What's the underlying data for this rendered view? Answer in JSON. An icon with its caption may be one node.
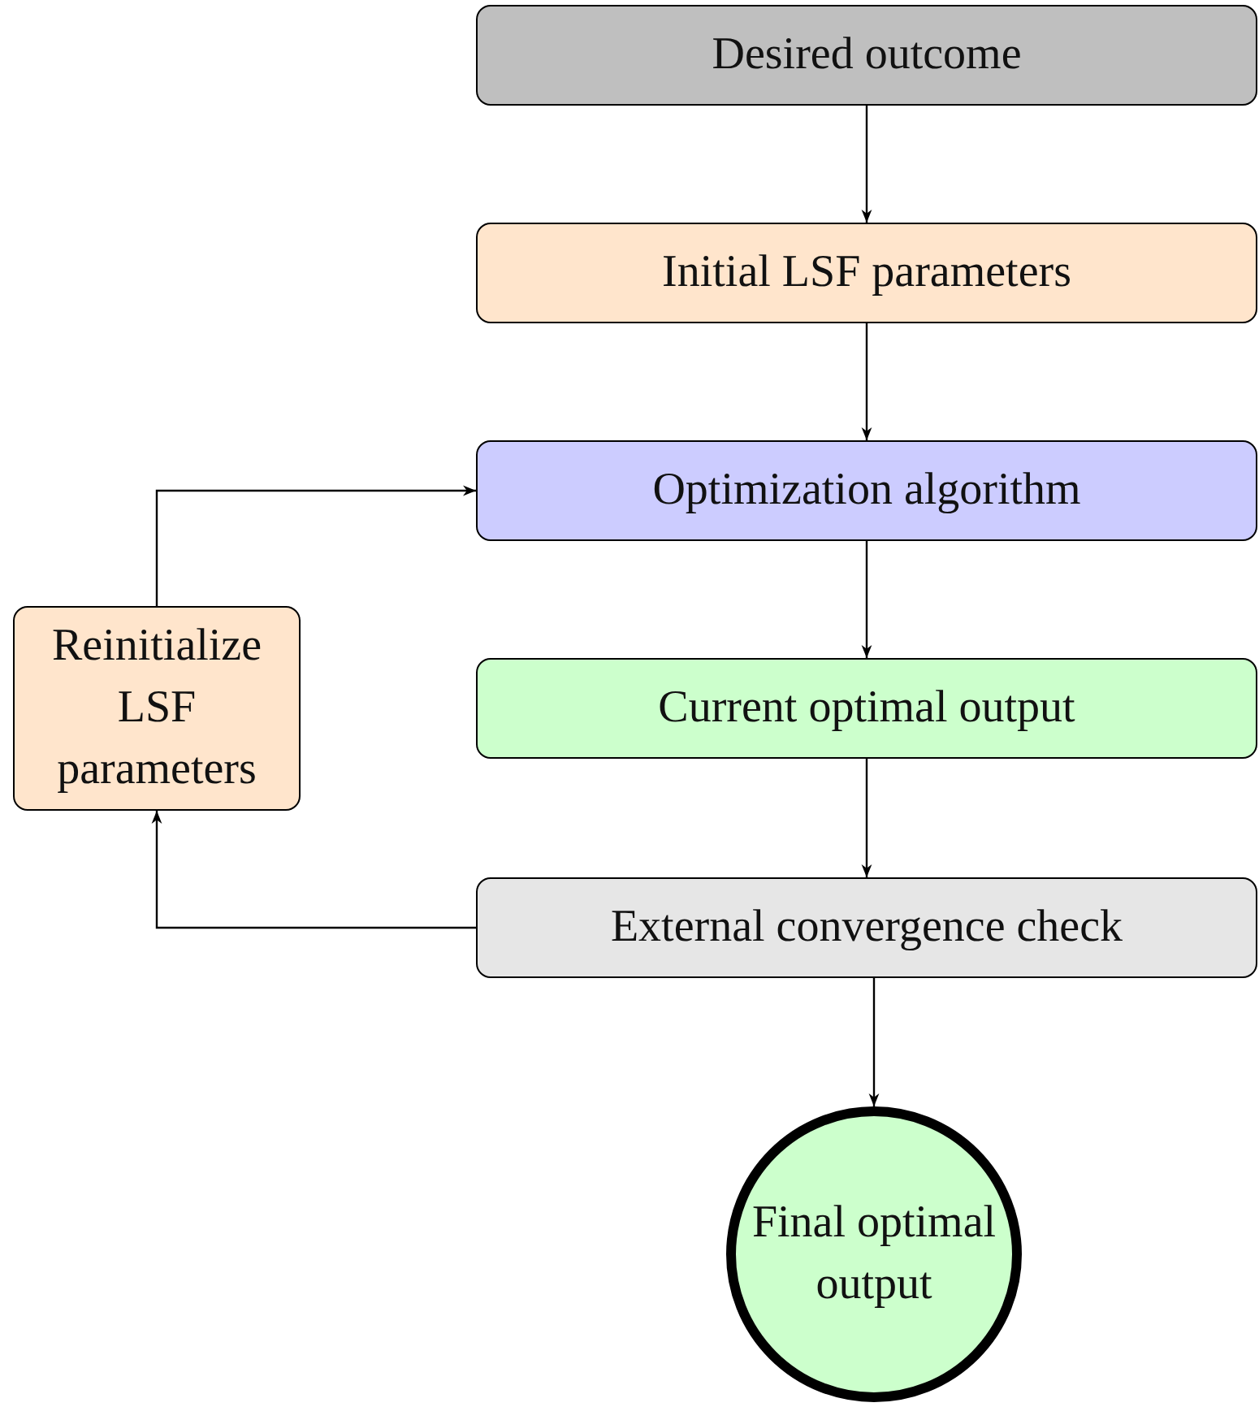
{
  "diagram": {
    "nodes": [
      {
        "text": [
          "Desired outcome"
        ]
      },
      {
        "text": [
          "Initial LSF parameters"
        ]
      },
      {
        "text": [
          "Optimization algorithm"
        ]
      },
      {
        "text": [
          "Current optimal output"
        ]
      },
      {
        "text": [
          "External convergence check"
        ]
      },
      {
        "text": [
          "Reinitialize LSF parameters"
        ]
      },
      {
        "text": [
          "Final optimal output"
        ]
      }
    ],
    "edges": [
      {
        "from": 0,
        "to": 1,
        "arrow": "to"
      },
      {
        "from": 1,
        "to": 2,
        "arrow": "to"
      },
      {
        "from": 2,
        "to": 3,
        "arrow": "to"
      },
      {
        "from": 3,
        "to": 4,
        "arrow": "to"
      },
      {
        "from": 4,
        "to": 6,
        "arrow": "to"
      },
      {
        "from": 4,
        "to": 5,
        "arrow": "to"
      },
      {
        "from": 5,
        "to": 2,
        "arrow": "to"
      }
    ]
  }
}
